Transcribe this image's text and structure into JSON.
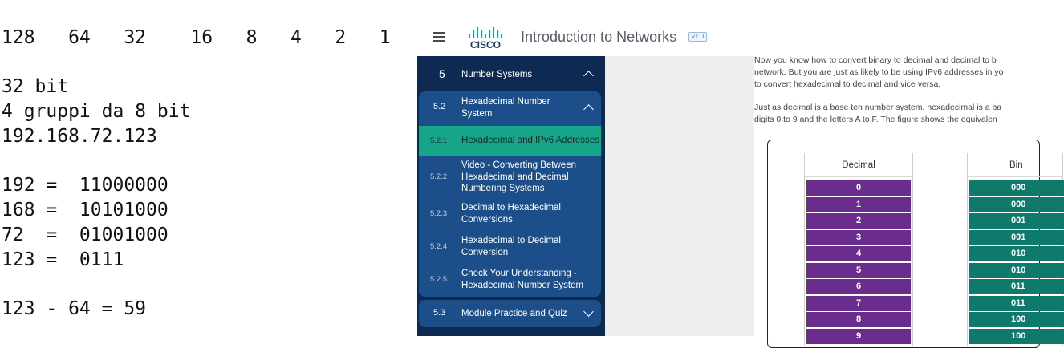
{
  "notes": {
    "powers_row": "128   64   32    16   8   4   2   1",
    "line_bits": "32 bit",
    "line_groups": "4 gruppi da 8 bit",
    "line_ip": "192.168.72.123",
    "conv_192": "192 =  11000000",
    "conv_168": "168 =  10101000",
    "conv_72": "72  =  01001000",
    "conv_123": "123 =  0111",
    "calc": "123 - 64 = 59"
  },
  "browser": {
    "course_title": "Introduction to Networks",
    "version_badge": "v7.0",
    "logo_text": "CISCO"
  },
  "sidebar": {
    "module": {
      "number": "5",
      "label": "Number Systems"
    },
    "section": {
      "number": "5.2",
      "label": "Hexadecimal Number System"
    },
    "items": [
      {
        "number": "5.2.1",
        "label": "Hexadecimal and IPv6 Addresses",
        "active": true
      },
      {
        "number": "5.2.2",
        "label": "Video - Converting Between Hexadecimal and Decimal Numbering Systems"
      },
      {
        "number": "5.2.3",
        "label": "Decimal to Hexadecimal Conversions"
      },
      {
        "number": "5.2.4",
        "label": "Hexadecimal to Decimal Conversion"
      },
      {
        "number": "5.2.5",
        "label": "Check Your Understanding - Hexadecimal Number System"
      }
    ],
    "next_section": {
      "number": "5.3",
      "label": "Module Practice and Quiz"
    }
  },
  "content": {
    "para1_line1": "Now you know how to convert binary to decimal and decimal to b",
    "para1_line2": "network. But you are just as likely to be using IPv6 addresses in yo",
    "para1_line3": "to convert hexadecimal to decimal and vice versa.",
    "para2_line1": "Just as decimal is a base ten number system, hexadecimal is a ba",
    "para2_line2": "digits 0 to 9 and the letters A to F. The figure shows the equivalen",
    "table": {
      "col_decimal": "Decimal",
      "col_binary": "Bin",
      "decimal_values": [
        "0",
        "1",
        "2",
        "3",
        "4",
        "5",
        "6",
        "7",
        "8",
        "9"
      ],
      "binary_values": [
        "000",
        "000",
        "001",
        "001",
        "010",
        "010",
        "011",
        "011",
        "100",
        "100"
      ]
    }
  },
  "colors": {
    "sidebar_bg": "#0e2a52",
    "section_bg": "#1c4e8a",
    "active_bg": "#17a589",
    "decimal_cell": "#6b2d8c",
    "binary_cell": "#0f7a6c"
  }
}
